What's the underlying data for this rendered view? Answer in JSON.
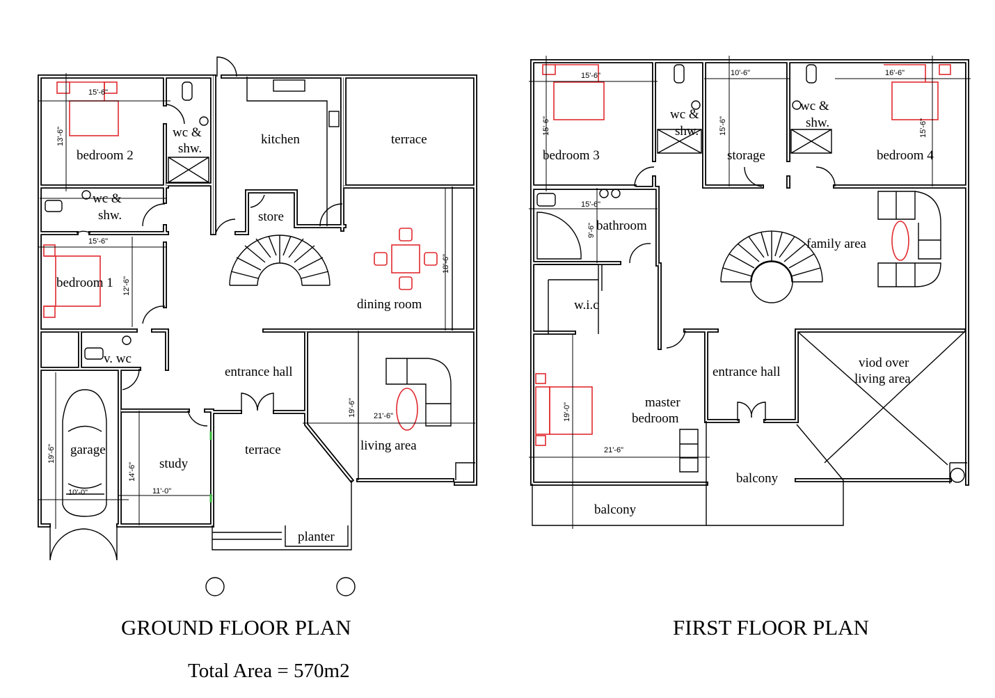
{
  "ground_floor": {
    "title": "GROUND FLOOR  PLAN",
    "total_area": "Total Area = 570m2",
    "rooms": {
      "bedroom2": "bedroom 2",
      "wc1_a": "wc &",
      "wc1_b": "shw.",
      "kitchen": "kitchen",
      "terrace_top": "terrace",
      "wc2_a": "wc &",
      "wc2_b": "shw.",
      "store": "store",
      "bedroom1": "bedroom 1",
      "dining": "dining  room",
      "vwc": "v. wc",
      "entrance_hall": "entrance hall",
      "garage": "garage",
      "study": "study",
      "terrace_front": "terrace",
      "living": "living area",
      "planter": "planter"
    },
    "dimensions": {
      "bed2_width": "15'-6\"",
      "bed2_depth": "13'-6\"",
      "bed1_width": "15'-6\"",
      "bed1_depth": "12'-6\"",
      "dining_depth": "18'-6\"",
      "living_depth": "19'-6\"",
      "living_width": "21'-6\"",
      "garage_depth": "19'-6\"",
      "garage_width": "10'-0\"",
      "study_depth": "14'-6\"",
      "study_width": "11'-0\""
    }
  },
  "first_floor": {
    "title": "FIRST  FLOOR  PLAN",
    "rooms": {
      "bedroom3": "bedroom 3",
      "wc1_a": "wc &",
      "wc1_b": "shw.",
      "storage": "storage",
      "wc2_a": "wc &",
      "wc2_b": "shw.",
      "bedroom4": "bedroom 4",
      "bathroom": "bathroom",
      "family": "family area",
      "wic": "w.i.c",
      "entrance_hall": "entrance hall",
      "void_a": "viod over",
      "void_b": "living area",
      "master_a": "master",
      "master_b": "bedroom",
      "balcony_center": "balcony",
      "balcony_left": "balcony"
    },
    "dimensions": {
      "bed3_width": "15'-6\"",
      "bed3_depth": "15'-6\"",
      "storage_width": "10'-6\"",
      "storage_depth": "15'-6\"",
      "bed4_width": "16'-6\"",
      "bed4_depth": "15'-6\"",
      "bath_width": "15'-6\"",
      "bath_depth": "9'-6\"",
      "master_depth": "19'-0\"",
      "master_width": "21'-6\""
    }
  },
  "colors": {
    "walls": "#000000",
    "furniture": "#e0292e",
    "marker": "#35b83a"
  }
}
